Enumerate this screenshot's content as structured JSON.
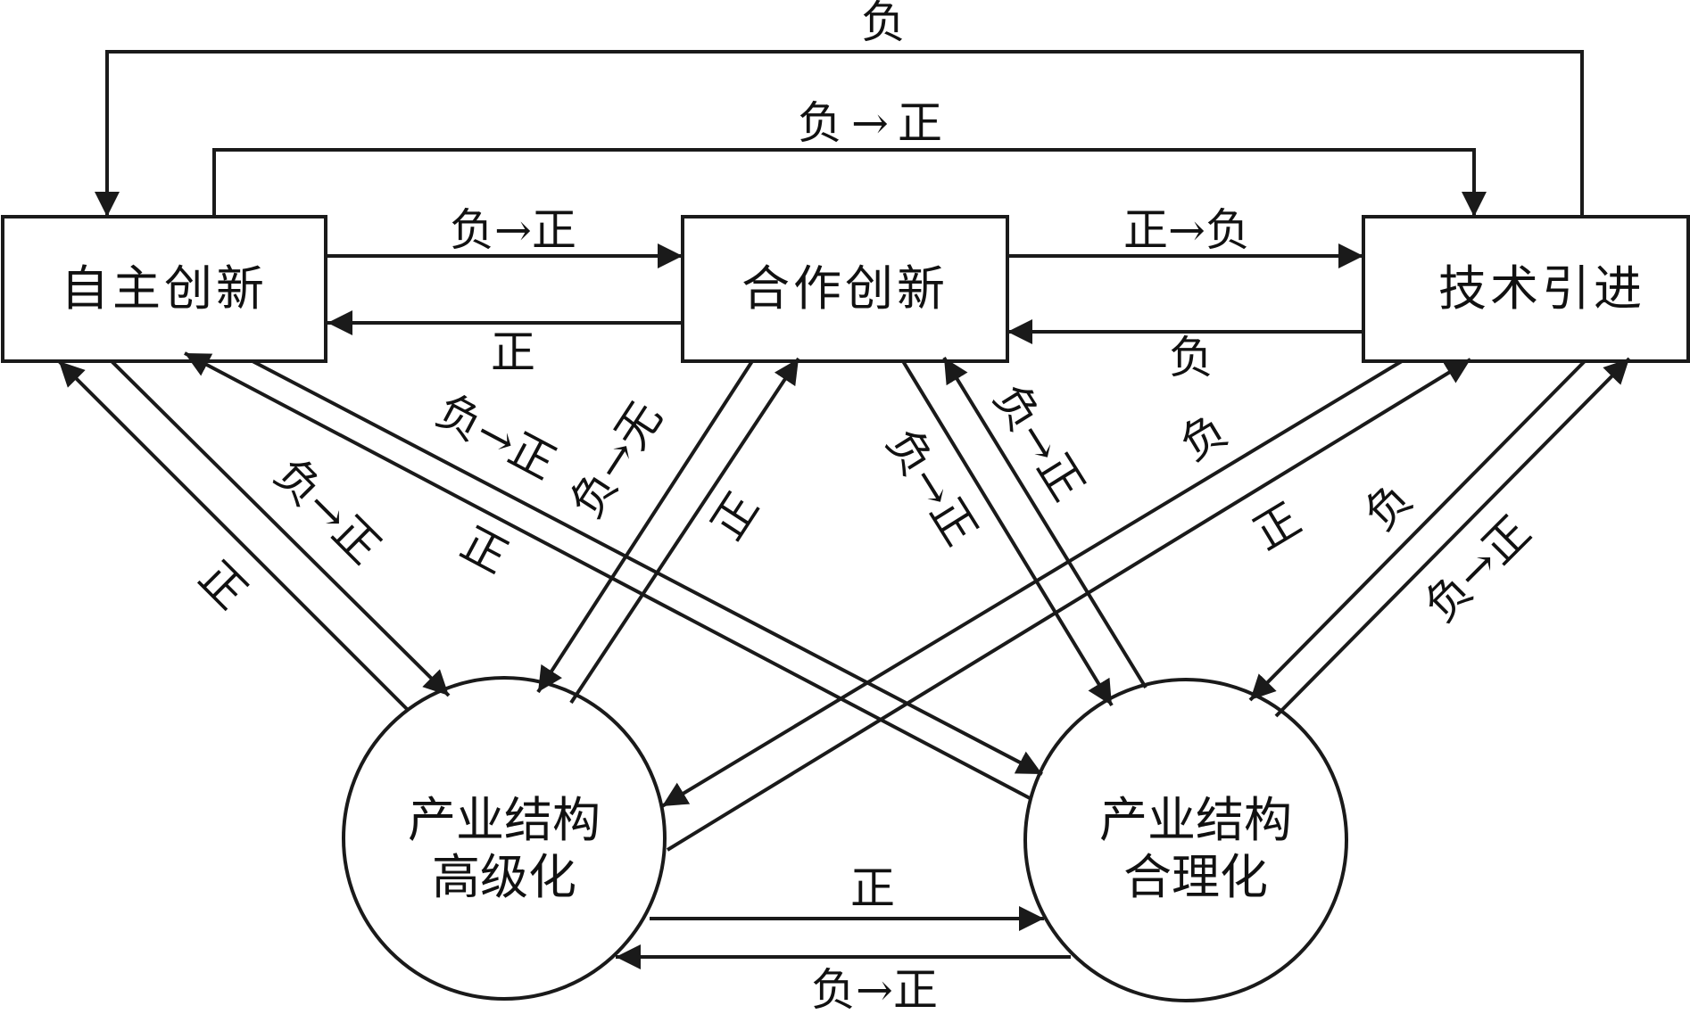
{
  "colors": {
    "line": "#1a1a1a",
    "text": "#111111",
    "background": "#ffffff"
  },
  "nodes": {
    "independent": {
      "label": "自主创新"
    },
    "cooperative": {
      "label": "合作创新"
    },
    "introduction": {
      "label": "技术引进"
    },
    "advanced": {
      "line1": "产业结构",
      "line2": "高级化"
    },
    "rational": {
      "line1": "产业结构",
      "line2": "合理化"
    }
  },
  "edges": [
    {
      "id": "tech-to-indep-top",
      "label": "负"
    },
    {
      "id": "indep-to-tech-top",
      "label": "负→正"
    },
    {
      "id": "indep-to-coop",
      "label": "负→正"
    },
    {
      "id": "coop-to-indep",
      "label": "正"
    },
    {
      "id": "coop-to-tech",
      "label": "正→负"
    },
    {
      "id": "tech-to-coop",
      "label": "负"
    },
    {
      "id": "adv-to-indep",
      "label": "正"
    },
    {
      "id": "indep-to-adv",
      "label": "负→正"
    },
    {
      "id": "indep-to-rat",
      "label": "负→正"
    },
    {
      "id": "rat-to-indep",
      "label": "正"
    },
    {
      "id": "coop-to-adv",
      "label": "负→无"
    },
    {
      "id": "adv-to-coop",
      "label": "正"
    },
    {
      "id": "coop-to-rat",
      "label": "负→正"
    },
    {
      "id": "rat-to-coop",
      "label": "负→正"
    },
    {
      "id": "tech-to-adv",
      "label": "负"
    },
    {
      "id": "adv-to-tech",
      "label": "正"
    },
    {
      "id": "tech-to-rat",
      "label": "负"
    },
    {
      "id": "rat-to-tech",
      "label": "负→正"
    },
    {
      "id": "adv-to-rat",
      "label": "正"
    },
    {
      "id": "rat-to-adv",
      "label": "负→正"
    }
  ]
}
